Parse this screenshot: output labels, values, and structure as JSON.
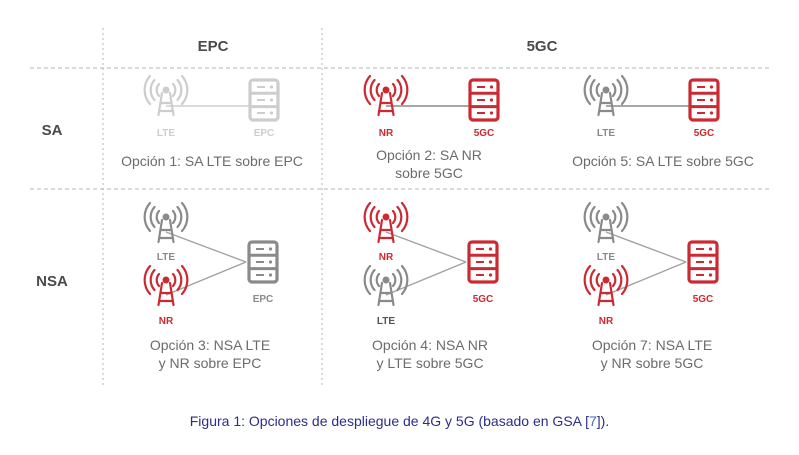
{
  "colors": {
    "red": "#cc2a32",
    "gray": "#8a8a8a",
    "faded": "#cdcdcd",
    "text": "#4a4a4a",
    "caption": "#6b6b6b",
    "figure_caption": "#2c2c8c",
    "link": "#3f66c8"
  },
  "header": {
    "col_epc": "EPC",
    "col_5gc": "5GC",
    "row_sa": "SA",
    "row_nsa": "NSA"
  },
  "cells": {
    "opt1": {
      "lte": "LTE",
      "epc": "EPC",
      "caption": "Opción 1: SA LTE sobre EPC"
    },
    "opt2": {
      "nr": "NR",
      "core": "5GC",
      "caption_l1": "Opción 2: SA NR",
      "caption_l2": "sobre 5GC"
    },
    "opt5": {
      "lte": "LTE",
      "core": "5GC",
      "caption": "Opción 5: SA LTE sobre 5GC"
    },
    "opt3": {
      "lte": "LTE",
      "nr": "NR",
      "core": "EPC",
      "caption_l1": "Opción 3: NSA LTE",
      "caption_l2": "y NR sobre EPC"
    },
    "opt4": {
      "nr": "NR",
      "lte": "LTE",
      "core": "5GC",
      "caption_l1": "Opción 4: NSA NR",
      "caption_l2": "y LTE sobre 5GC"
    },
    "opt7": {
      "lte": "LTE",
      "nr": "NR",
      "core": "5GC",
      "caption_l1": "Opción 7: NSA LTE",
      "caption_l2": "y NR sobre 5GC"
    }
  },
  "figure_caption": {
    "text_before": "Figura 1: Opciones de despliegue de 4G y 5G (basado en GSA [",
    "ref": "7",
    "text_after": "])."
  }
}
